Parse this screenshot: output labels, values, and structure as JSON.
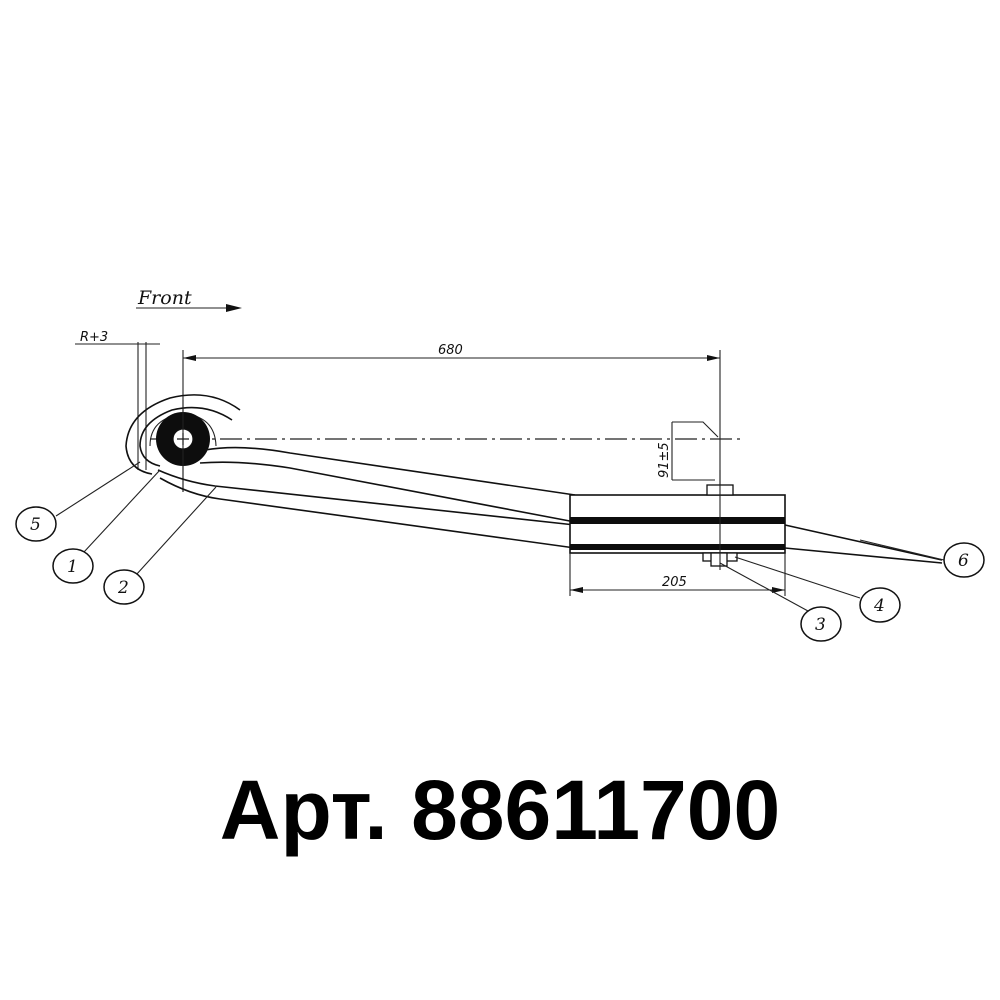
{
  "drawing": {
    "front_label": "Front",
    "dims": {
      "length": "680",
      "clamp": "205",
      "eye": "R+3",
      "height": "91±5"
    },
    "callouts": [
      "1",
      "2",
      "3",
      "4",
      "5",
      "6"
    ]
  },
  "article": "Арт. 88611700"
}
